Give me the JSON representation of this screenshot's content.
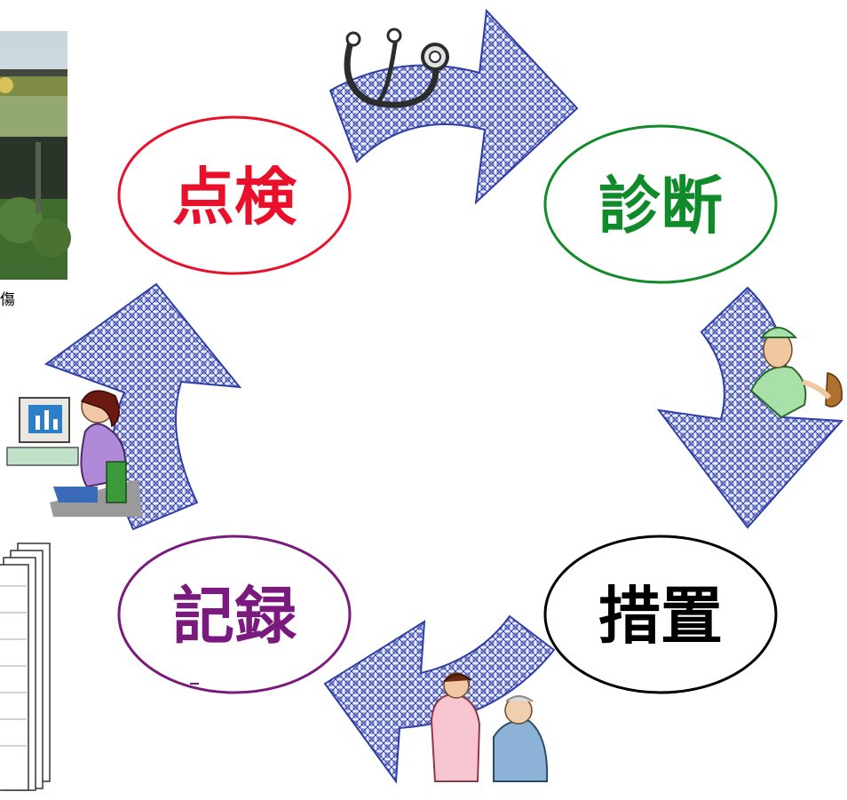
{
  "diagram": {
    "stages": [
      {
        "id": "inspection",
        "label": "点検",
        "color": "#e8102a"
      },
      {
        "id": "diagnosis",
        "label": "診断",
        "color": "#118a2a"
      },
      {
        "id": "measures",
        "label": "措置",
        "color": "#000000"
      },
      {
        "id": "record",
        "label": "記録",
        "color": "#7a1a7e"
      }
    ],
    "photo_caption": "傷",
    "arrow_fill": "#2f3fa8",
    "illustrations": [
      "stethoscope-icon",
      "surgeon-icon",
      "nurse-patient-icon",
      "computer-user-icon",
      "bridge-photo",
      "document-stack"
    ]
  }
}
